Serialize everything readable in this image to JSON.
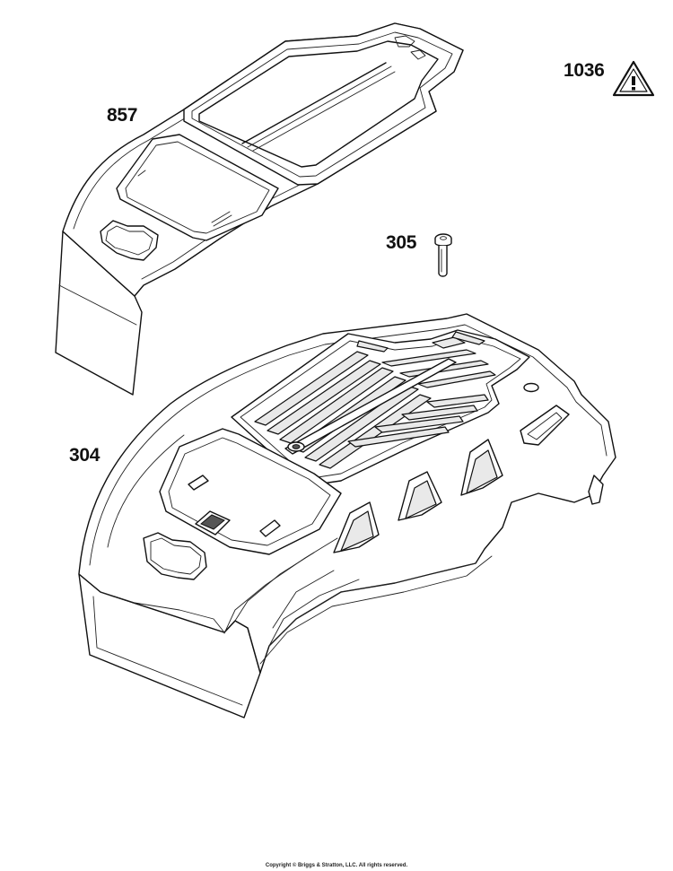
{
  "callouts": {
    "part_857": "857",
    "part_1036": "1036",
    "part_305": "305",
    "part_304": "304"
  },
  "icons": {
    "warning": "warning-triangle-icon"
  },
  "footer": {
    "copyright": "Copyright © Briggs & Stratton, LLC. All rights reserved."
  }
}
